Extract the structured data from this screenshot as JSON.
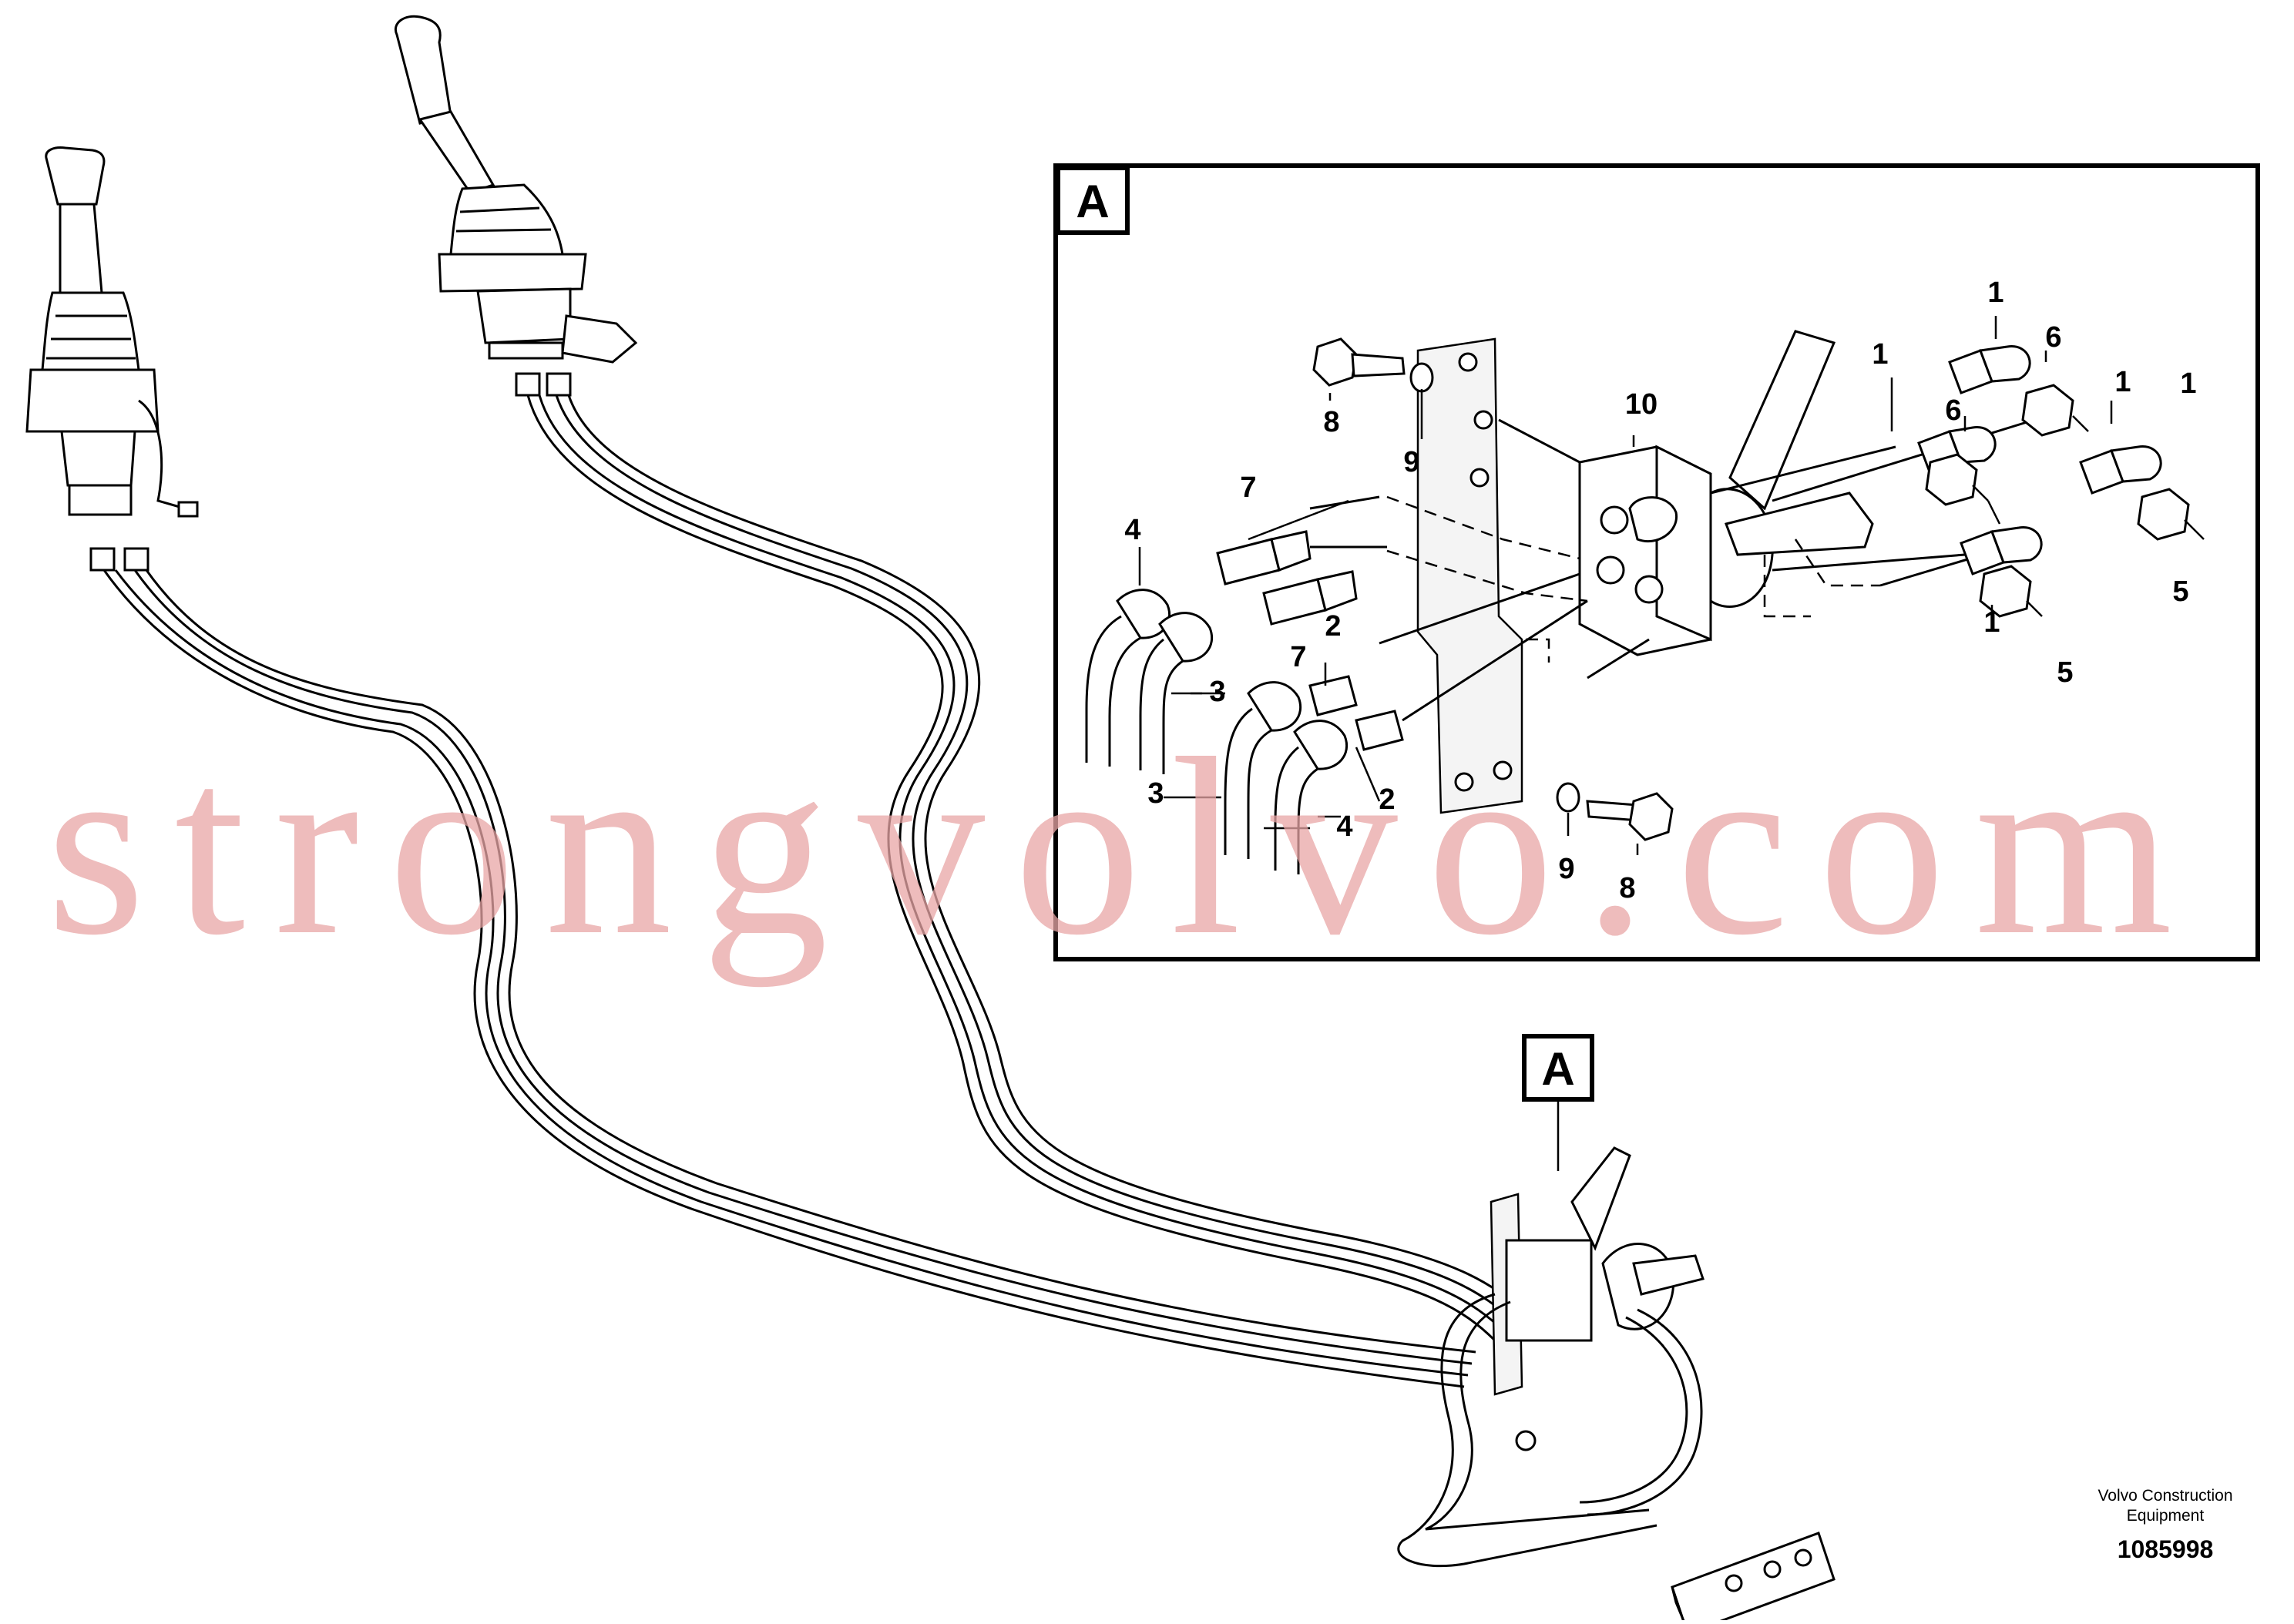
{
  "detail": {
    "tag": "A",
    "labels": [
      "1",
      "1",
      "1",
      "1",
      "1",
      "2",
      "2",
      "3",
      "3",
      "4",
      "4",
      "5",
      "5",
      "6",
      "6",
      "7",
      "7",
      "8",
      "8",
      "9",
      "9",
      "10"
    ]
  },
  "overview": {
    "tag": "A"
  },
  "watermark": "strongvolvo.com",
  "footer": {
    "manufacturer_line1": "Volvo Construction",
    "manufacturer_line2": "Equipment",
    "part_number": "1085998"
  }
}
